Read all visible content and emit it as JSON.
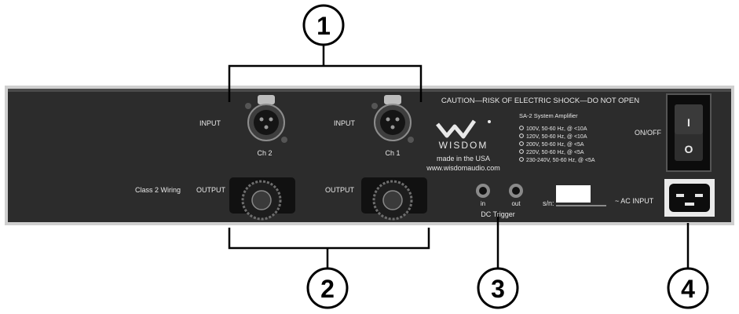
{
  "callouts": [
    "1",
    "2",
    "3",
    "4"
  ],
  "panel": {
    "caution": "CAUTION—RISK OF ELECTRIC SHOCK—DO NOT OPEN",
    "input_label": "INPUT",
    "output_label": "OUTPUT",
    "ch2": "Ch 2",
    "ch1": "Ch 1",
    "class2_wiring": "Class 2 Wiring",
    "brand": "WISDOM",
    "made_in": "made in the USA",
    "website": "www.wisdomaudio.com",
    "model": "SA-2 System Amplifier",
    "voltage_options": [
      "100V, 50-60 Hz, @ <10A",
      "120V, 50-60 Hz, @ <10A",
      "200V, 50-60 Hz, @ <5A",
      "220V, 50-60 Hz, @ <5A",
      "230-240V, 50-60 Hz, @ <5A"
    ],
    "trigger_in": "in",
    "trigger_out": "out",
    "dc_trigger": "DC Trigger",
    "serial_label": "s/n:",
    "on_off": "ON/OFF",
    "switch_on": "I",
    "switch_off": "O",
    "ac_input": "~ AC INPUT"
  }
}
